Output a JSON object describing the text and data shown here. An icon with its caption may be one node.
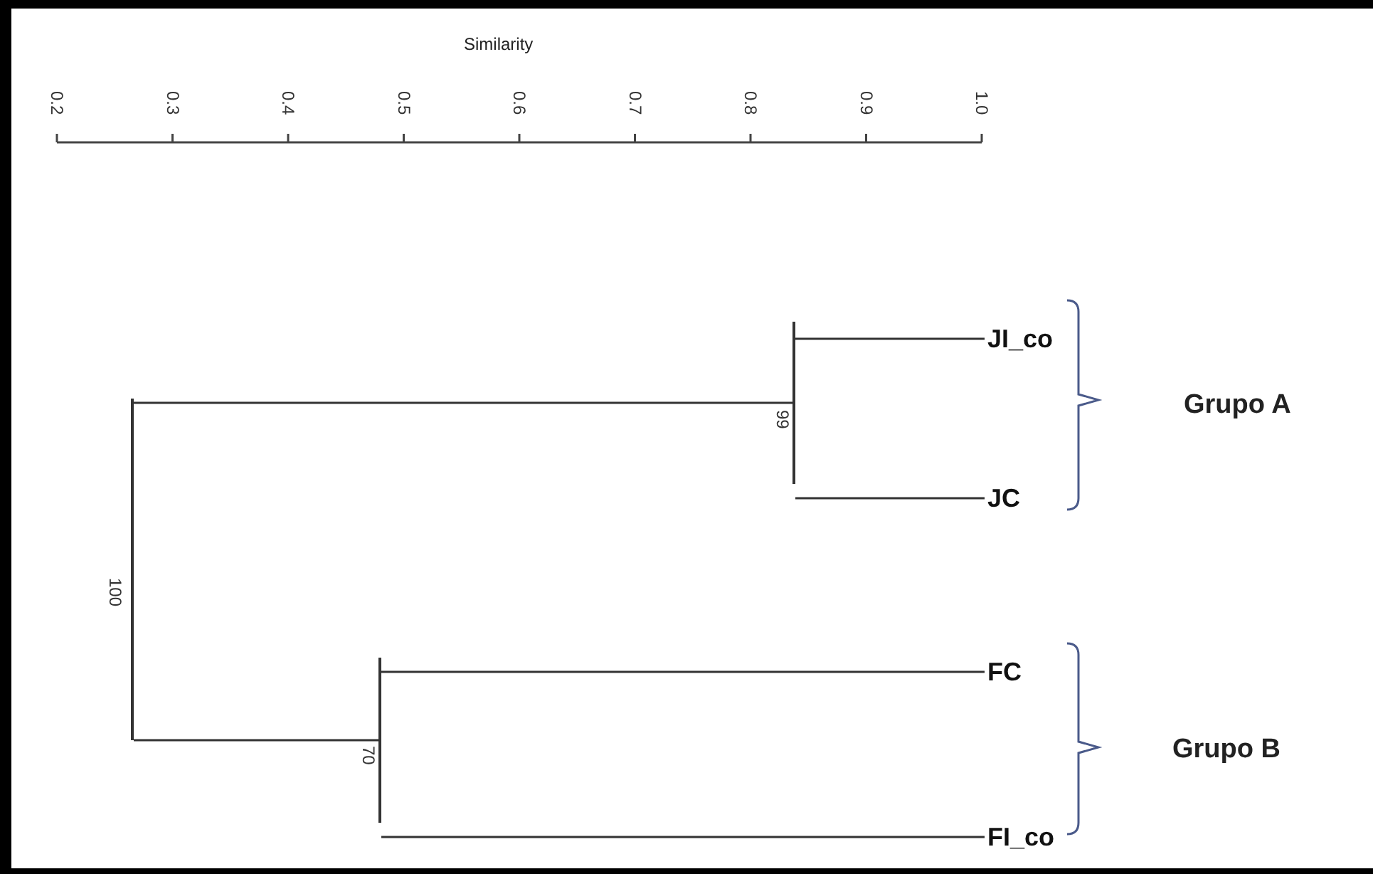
{
  "diagram": {
    "nodes": [
      {
        "text": [],
        "shape": "bar",
        "beside": [
          "100"
        ]
      },
      {
        "text": [],
        "shape": "bar",
        "beside": [
          "99"
        ]
      },
      {
        "text": [
          "JI_co"
        ]
      },
      {
        "text": [
          "JC"
        ]
      },
      {
        "text": [],
        "shape": "bar",
        "beside": [
          "70"
        ]
      },
      {
        "text": [
          "FC"
        ]
      },
      {
        "text": [
          "FI_co"
        ]
      }
    ],
    "edges": [
      {
        "from": 0,
        "to": 1,
        "arrow": "none"
      },
      {
        "from": 1,
        "to": 2,
        "arrow": "none"
      },
      {
        "from": 1,
        "to": 3,
        "arrow": "none"
      },
      {
        "from": 0,
        "to": 4,
        "arrow": "none"
      },
      {
        "from": 4,
        "to": 5,
        "arrow": "none"
      },
      {
        "from": 4,
        "to": 6,
        "arrow": "none"
      }
    ],
    "labels": [
      "Similarity",
      "0.2",
      "0.3",
      "0.4",
      "0.5",
      "0.6",
      "0.7",
      "0.8",
      "0.9",
      "1.0",
      "Grupo A",
      "Grupo B"
    ]
  }
}
